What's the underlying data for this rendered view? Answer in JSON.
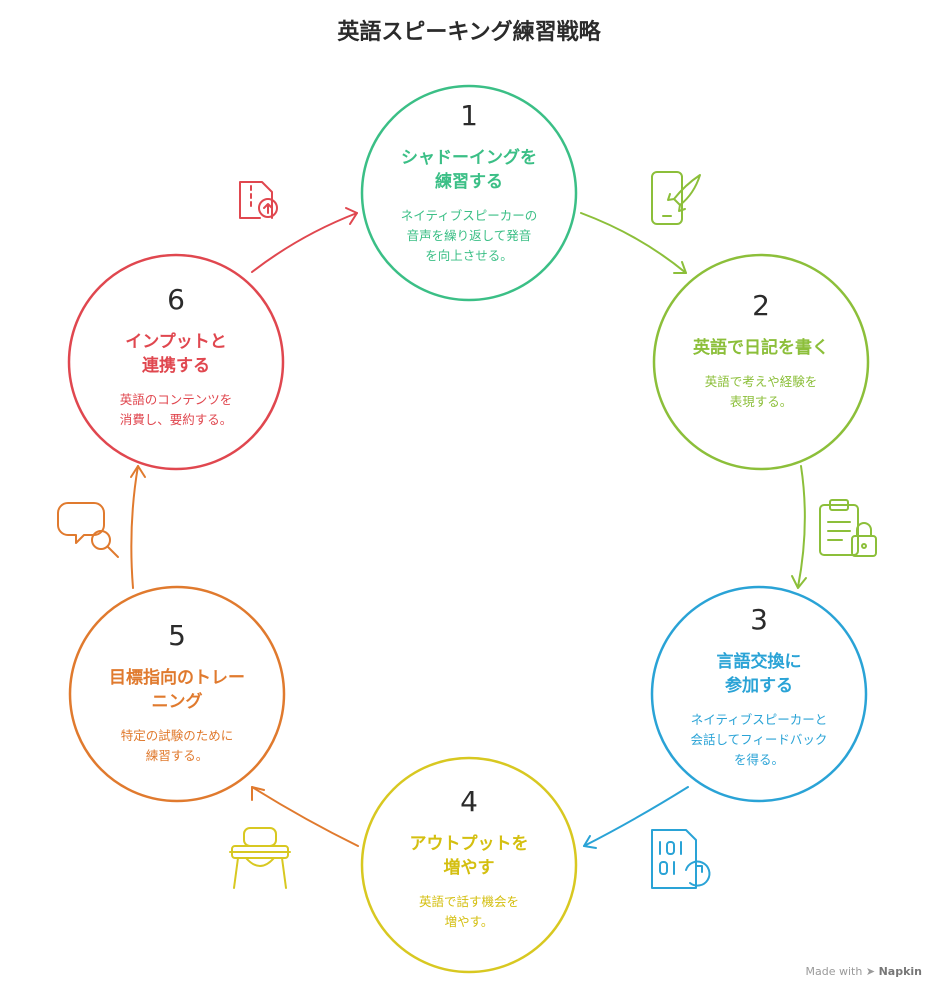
{
  "title": "英語スピーキング練習戦略",
  "steps": [
    {
      "num": "1",
      "heading": "シャドーイングを\n練習する",
      "desc": "ネイティブスピーカーの\n音声を繰り返して発音\nを向上させる。",
      "color": "#3bbf86"
    },
    {
      "num": "2",
      "heading": "英語で日記を書く",
      "desc": "英語で考えや経験を\n表現する。",
      "color": "#8cbf3a"
    },
    {
      "num": "3",
      "heading": "言語交換に\n参加する",
      "desc": "ネイティブスピーカーと\n会話してフィードバック\nを得る。",
      "color": "#2aa3d6"
    },
    {
      "num": "4",
      "heading": "アウトプットを\n増やす",
      "desc": "英語で話す機会を\n増やす。",
      "color": "#d8c821"
    },
    {
      "num": "5",
      "heading": "目標指向のトレー\nニング",
      "desc": "特定の試験のために\n練習する。",
      "color": "#e07a2e"
    },
    {
      "num": "6",
      "heading": "インプットと\n連携する",
      "desc": "英語のコンテンツを\n消費し、要約する。",
      "color": "#e0474f"
    }
  ],
  "icons": [
    "mobile-rocket-icon",
    "clipboard-lock-icon",
    "binary-file-refresh-icon",
    "high-chair-icon",
    "chat-search-icon",
    "zip-file-upload-icon"
  ],
  "footer": {
    "made_with": "Made with",
    "brand": "Napkin"
  }
}
